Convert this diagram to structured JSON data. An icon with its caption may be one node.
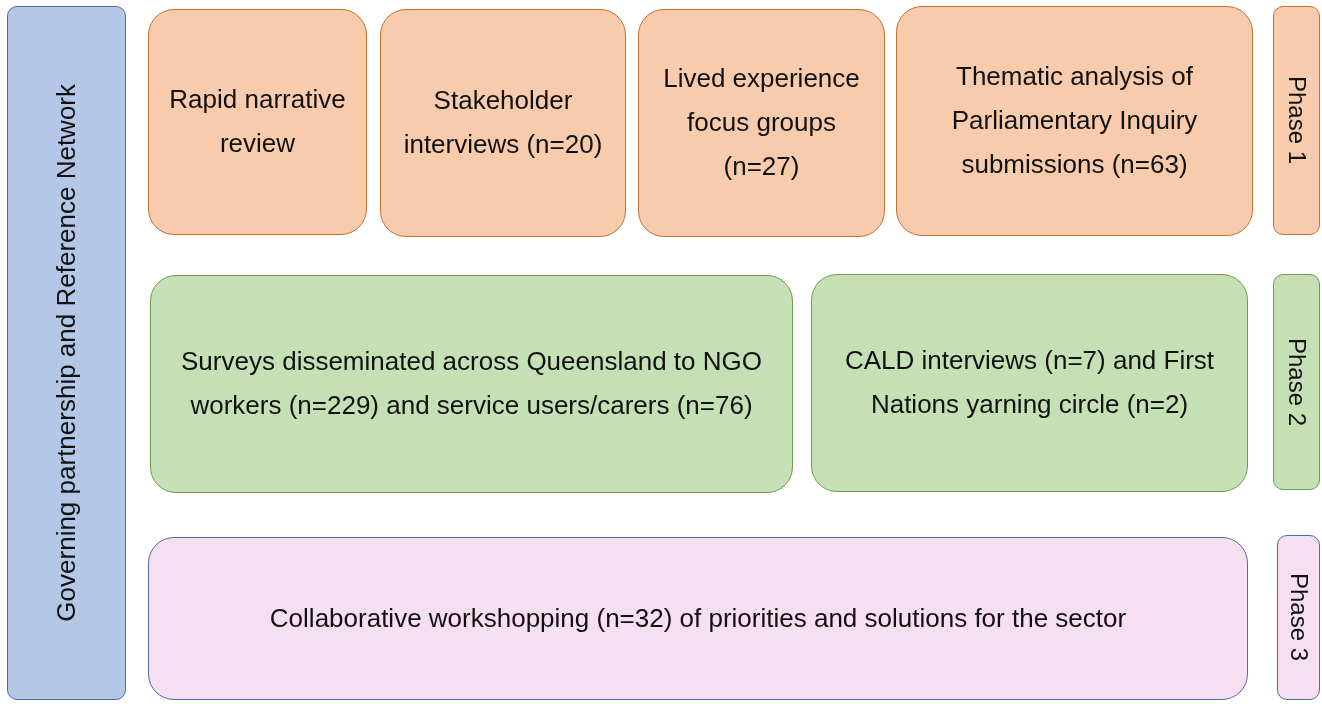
{
  "diagram": {
    "nodes": [
      {
        "text": [
          "Governing partnership and Reference Network"
        ]
      },
      {
        "text": [
          "Rapid narrative review"
        ]
      },
      {
        "text": [
          "Stakeholder interviews (n=20)"
        ]
      },
      {
        "text": [
          "Lived experience focus groups (n=27)"
        ]
      },
      {
        "text": [
          "Thematic analysis of Parliamentary Inquiry submissions (n=63)"
        ]
      },
      {
        "text": [
          "Phase 1"
        ]
      },
      {
        "text": [
          "Surveys disseminated across Queensland to NGO workers (n=229) and service users/carers (n=76)"
        ]
      },
      {
        "text": [
          "CALD interviews (n=7) and First Nations yarning circle (n=2)"
        ]
      },
      {
        "text": [
          "Phase 2"
        ]
      },
      {
        "text": [
          "Collaborative workshopping (n=32) of priorities and solutions for the sector"
        ]
      },
      {
        "text": [
          "Phase 3"
        ]
      }
    ]
  }
}
